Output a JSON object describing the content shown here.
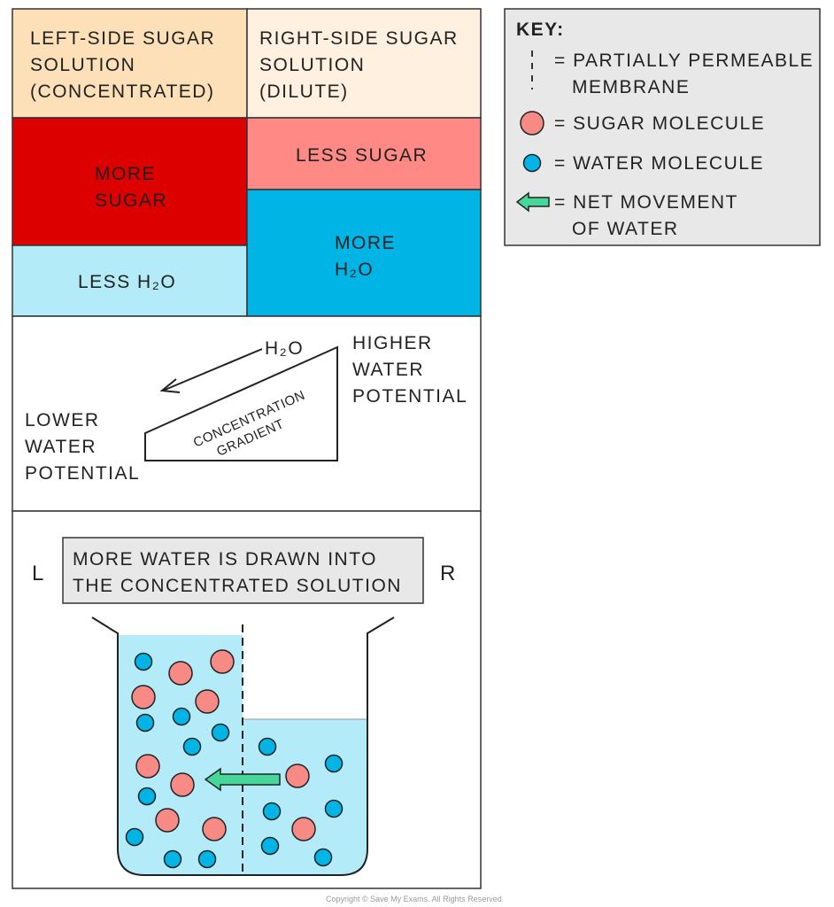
{
  "colors": {
    "concentrated_header": "#fde0b8",
    "dilute_header": "#fff0e0",
    "more_sugar": "#dd0000",
    "less_sugar": "#ff8a85",
    "less_water": "#b3ebf9",
    "more_water": "#00b5e6",
    "water_fill": "#b3ebf9",
    "sugar_molecule": "#f88a86",
    "water_molecule": "#00b5e6",
    "arrow": "#46d89a",
    "panel": "#e8e8e8"
  },
  "headers": {
    "left": [
      "LEFT-SIDE SUGAR",
      "SOLUTION",
      "(CONCENTRATED)"
    ],
    "right": [
      "RIGHT-SIDE SUGAR",
      "SOLUTION",
      "(DILUTE)"
    ]
  },
  "blocks": {
    "more_sugar": [
      "MORE",
      "SUGAR"
    ],
    "less_sugar": "LESS SUGAR",
    "less_water": "LESS H₂O",
    "more_water": [
      "MORE",
      "H₂O"
    ]
  },
  "gradient": {
    "h2o": "H₂O",
    "higher": [
      "HIGHER",
      "WATER",
      "POTENTIAL"
    ],
    "lower": [
      "LOWER",
      "WATER",
      "POTENTIAL"
    ],
    "label": [
      "CONCENTRATION",
      "GRADIENT"
    ]
  },
  "beaker": {
    "left_label": "L",
    "right_label": "R",
    "caption": [
      "MORE WATER IS DRAWN INTO",
      "THE CONCENTRATED SOLUTION"
    ]
  },
  "key": {
    "title": "KEY:",
    "membrane": [
      "= PARTIALLY PERMEABLE",
      "MEMBRANE"
    ],
    "sugar": "= SUGAR MOLECULE",
    "water": "= WATER MOLECULE",
    "movement": [
      "= NET MOVEMENT",
      "OF WATER"
    ]
  },
  "copyright": "Copyright © Save My Exams. All Rights Reserved"
}
